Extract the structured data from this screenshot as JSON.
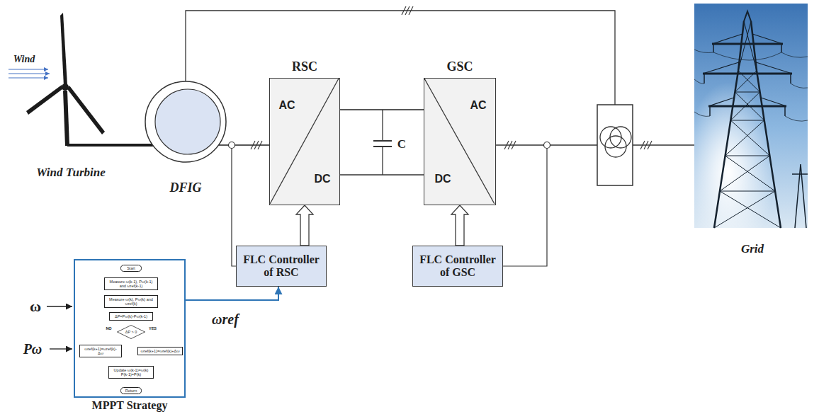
{
  "diagram": {
    "nodes": [
      {
        "text": [
          "DFIG"
        ]
      },
      {
        "text": [
          "RSC",
          "AC",
          "DC"
        ]
      },
      {
        "text": [
          "GSC",
          "AC",
          "DC"
        ]
      },
      {
        "text": [
          "FLC Controller of RSC"
        ]
      },
      {
        "text": [
          "FLC Controller of GSC"
        ]
      },
      {
        "text": [
          "MPPT Strategy"
        ]
      },
      {
        "text": [
          "Start"
        ],
        "in": 5
      },
      {
        "text": [
          "Measure ω(k-1), Pω(k-1) and ωref(k-1)"
        ],
        "in": 5
      },
      {
        "text": [
          "Measure ω(k), Pω(k) and ωref(k)"
        ],
        "in": 5
      },
      {
        "text": [
          "ΔP=Pω(k)-Pω(k-1)"
        ],
        "in": 5
      },
      {
        "text": [
          "ΔP > 0"
        ],
        "in": 5
      },
      {
        "text": [
          "ωref(k+1)=ωref(k)-Δω"
        ],
        "in": 5
      },
      {
        "text": [
          "ωref(k+1)=ωref(k)+Δω"
        ],
        "in": 5
      },
      {
        "text": [
          "Update ω(k-1)=ω(k) P(k-1)=P(k)"
        ],
        "in": 5
      },
      {
        "text": [
          "Return"
        ],
        "in": 5
      }
    ],
    "edges": [
      {
        "from": 0,
        "to": 1,
        "arrow": "none"
      },
      {
        "from": 1,
        "to": 2,
        "arrow": "none"
      },
      {
        "from": 3,
        "to": 1,
        "arrow": "to"
      },
      {
        "from": 4,
        "to": 2,
        "arrow": "to"
      },
      {
        "from": 5,
        "to": 3,
        "arrow": "to",
        "label": "ωref"
      },
      {
        "from": 6,
        "to": 7,
        "arrow": "to"
      },
      {
        "from": 7,
        "to": 8,
        "arrow": "to"
      },
      {
        "from": 8,
        "to": 9,
        "arrow": "to"
      },
      {
        "from": 9,
        "to": 10,
        "arrow": "to"
      },
      {
        "from": 10,
        "to": 11,
        "arrow": "to",
        "label": "NO"
      },
      {
        "from": 10,
        "to": 12,
        "arrow": "to",
        "label": "YES"
      },
      {
        "from": 11,
        "to": 13,
        "arrow": "to"
      },
      {
        "from": 12,
        "to": 13,
        "arrow": "to"
      },
      {
        "from": 13,
        "to": 14,
        "arrow": "to"
      }
    ],
    "labels": [
      "Wind",
      "Wind Turbine",
      "C",
      "Grid",
      "ω",
      "Pω"
    ]
  }
}
